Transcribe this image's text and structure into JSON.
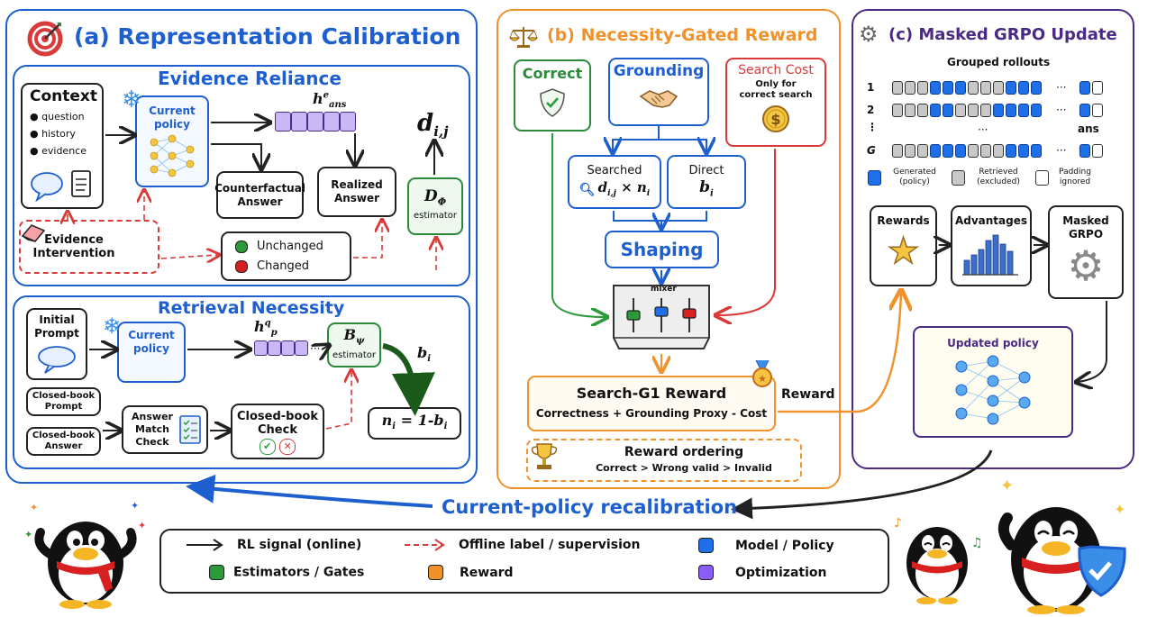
{
  "panel_a": {
    "title": "(a) Representation Calibration",
    "evidence": {
      "title": "Evidence Reliance",
      "context_title": "Context",
      "context_items": [
        "question",
        "history",
        "evidence"
      ],
      "policy_label": "Current policy",
      "h_ans_label": "h^e_ans",
      "counterfactual": "Counterfactual Answer",
      "realized": "Realized Answer",
      "d_label": "d_i,j",
      "d_phi_label": "D_Φ",
      "d_phi_sub": "estimator",
      "intervention": "Evidence Intervention",
      "unchanged": "Unchanged",
      "changed": "Changed"
    },
    "retrieval": {
      "title": "Retrieval Necessity",
      "initial_prompt": "Initial Prompt",
      "policy_label": "Current policy",
      "h_p_label": "h^q_p",
      "b_psi_label": "B_ψ",
      "b_psi_sub": "estimator",
      "b_i_label": "b_i",
      "n_formula": "n_i = 1-b_i",
      "closed_prompt": "Closed-book Prompt",
      "closed_answer": "Closed-book Answer",
      "answer_match": "Answer Match Check",
      "closed_check": "Closed-book Check"
    }
  },
  "panel_b": {
    "title": "(b) Necessity-Gated Reward",
    "correct": "Correct",
    "grounding": "Grounding",
    "search_cost": "Search Cost",
    "search_cost_note": "Only for correct search",
    "searched": "Searched",
    "searched_formula": "d_i,j × n_i",
    "direct": "Direct",
    "direct_formula": "b_i",
    "shaping": "Shaping",
    "mixer": "mixer",
    "reward_title": "Search-G1 Reward",
    "reward_formula": "Correctness + Grounding Proxy - Cost",
    "reward_tag": "Reward",
    "ordering_title": "Reward ordering",
    "ordering_text": "Correct > Wrong valid > Invalid"
  },
  "panel_c": {
    "title": "(c) Masked GRPO Update",
    "grouped_title": "Grouped rollouts",
    "row_labels": [
      "1",
      "2",
      "⋮",
      "G"
    ],
    "ellipsis": "···",
    "ans_label": "ans",
    "legend": [
      "Generated (policy)",
      "Retrieved (excluded)",
      "Padding ignored"
    ],
    "rewards": "Rewards",
    "advantages": "Advantages",
    "masked_grpo": "Masked GRPO",
    "updated_policy": "Updated policy"
  },
  "recalibration": "Current-policy recalibration",
  "legend": {
    "rl_signal": "RL signal (online)",
    "offline": "Offline label / supervision",
    "model": "Model / Policy",
    "estimators": "Estimators / Gates",
    "reward": "Reward",
    "optimization": "Optimization"
  },
  "colors": {
    "blue": "#1e5fd0",
    "orange": "#f0922b",
    "purple": "#4b2a86",
    "green": "#2a8a3a",
    "red": "#d93a3a"
  }
}
